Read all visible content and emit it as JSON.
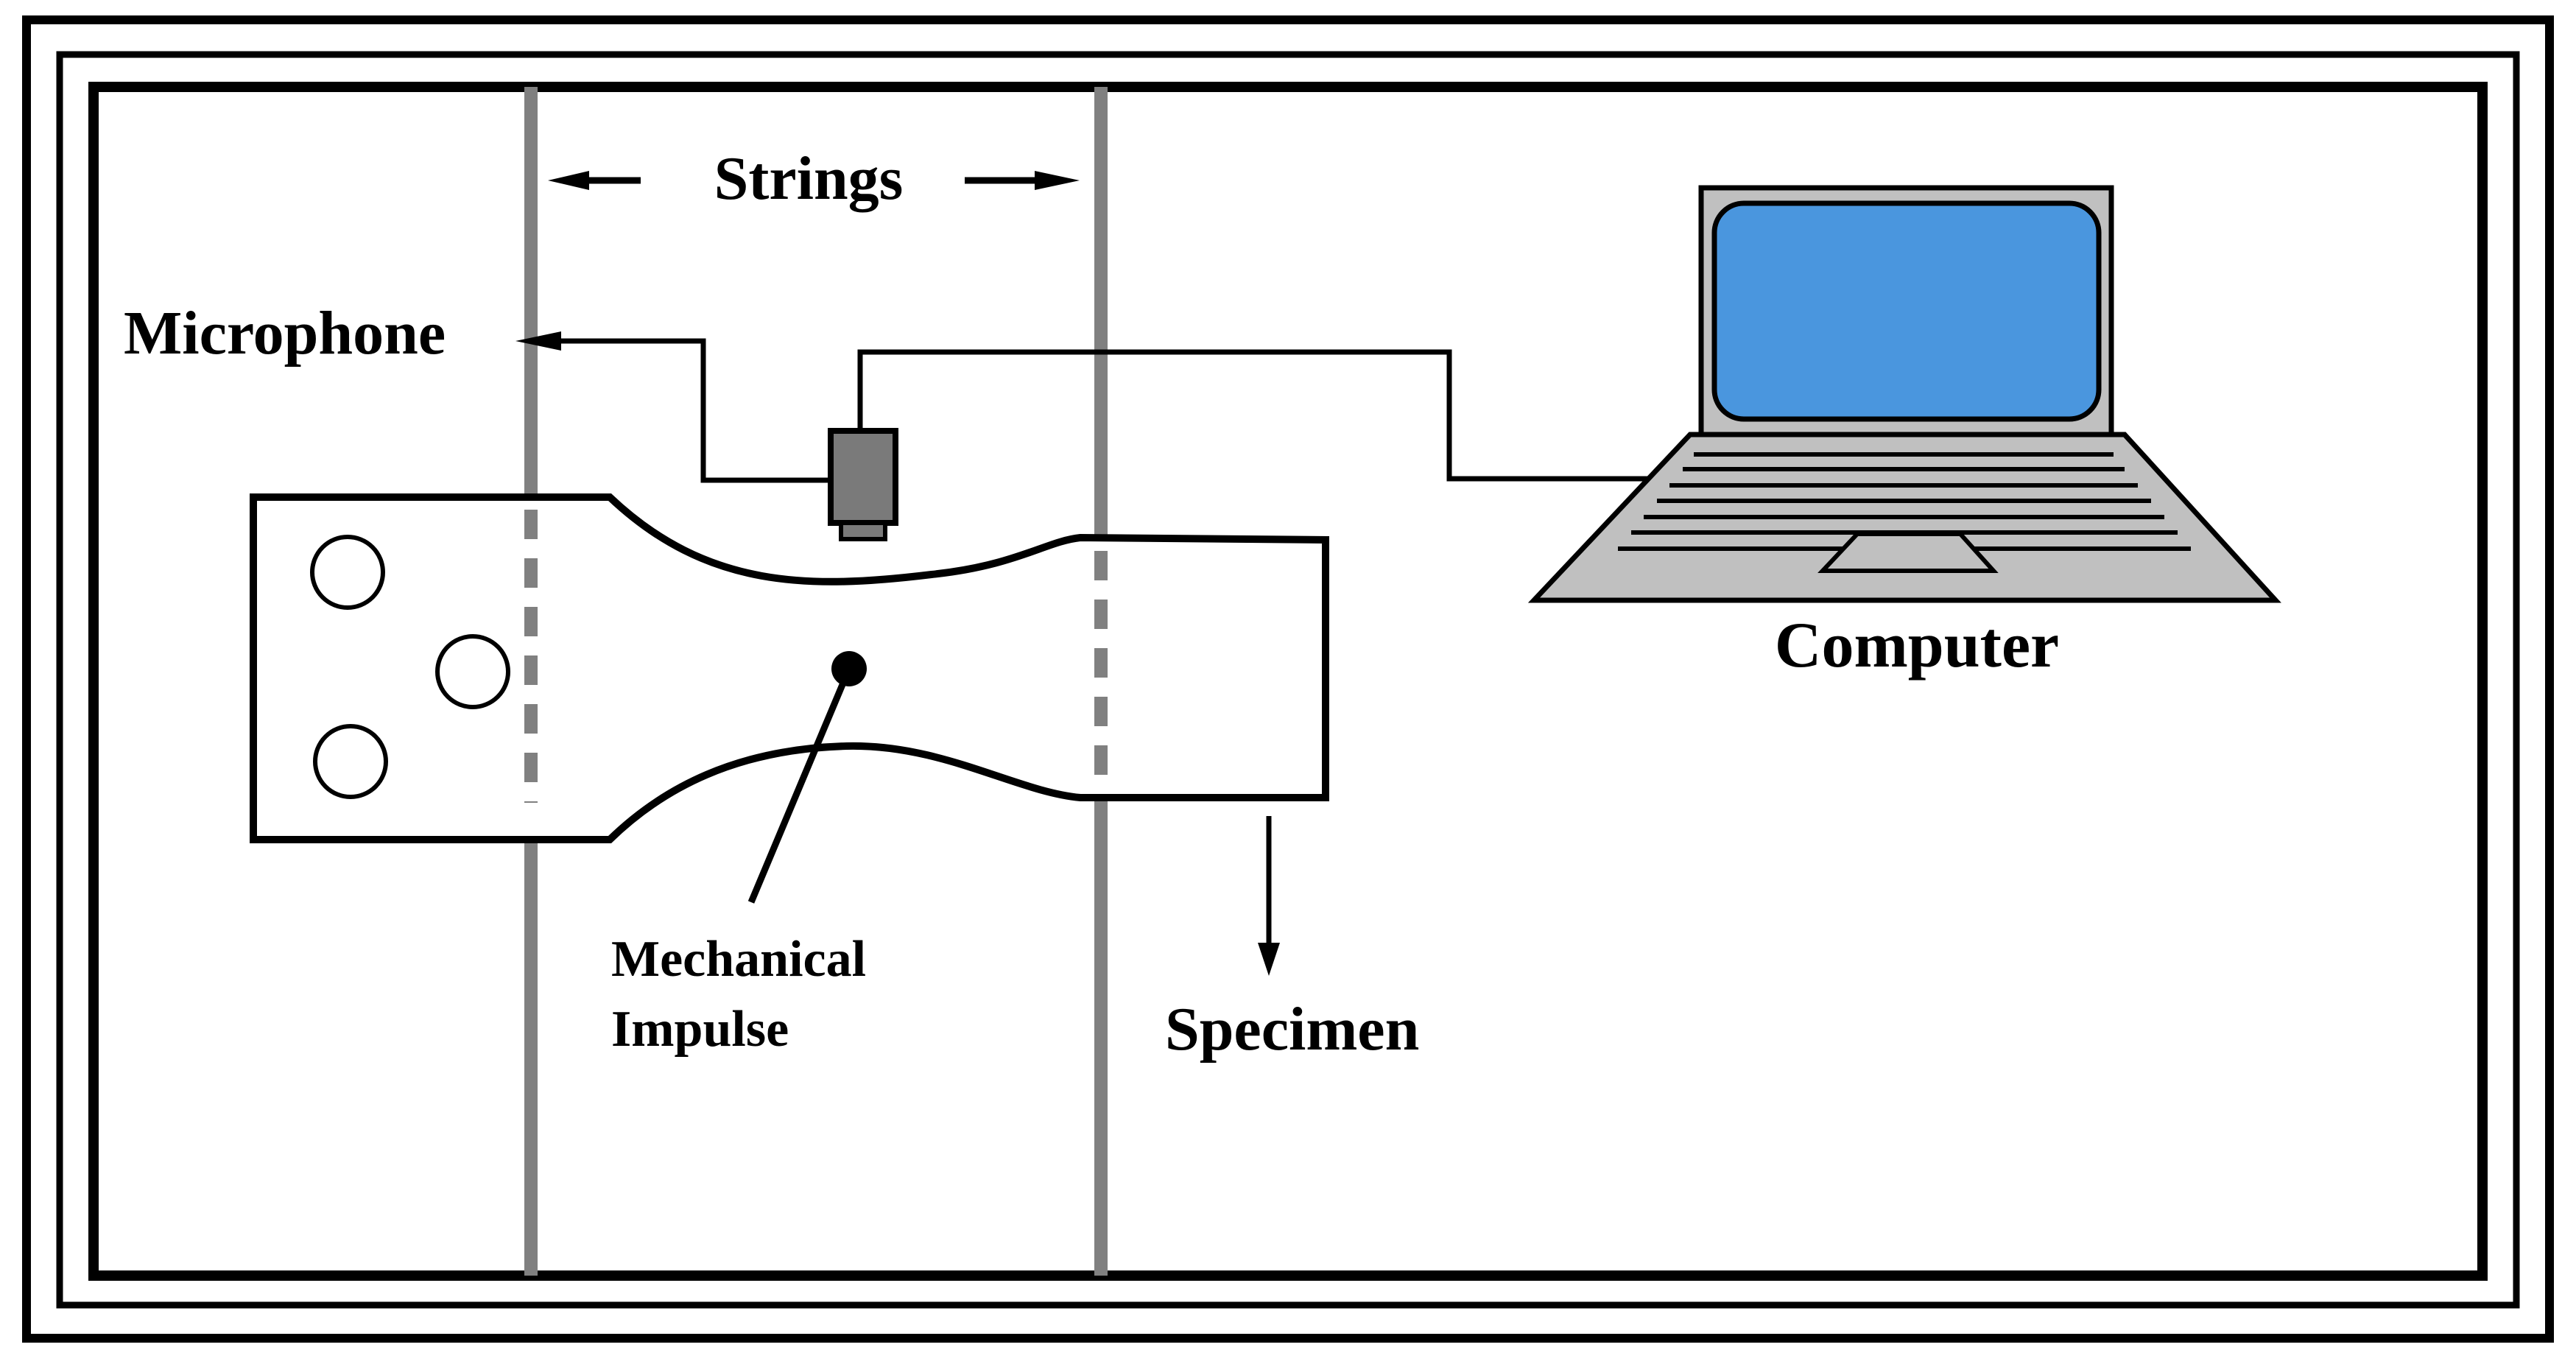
{
  "labels": {
    "strings": "Strings",
    "microphone": "Microphone",
    "computer": "Computer",
    "mechanical_line1": "Mechanical",
    "mechanical_line2": "Impulse",
    "specimen": "Specimen"
  },
  "colors": {
    "line": "#000000",
    "string": "#808080",
    "screen": "#4a96de",
    "laptop_body": "#c0c0c0",
    "microphone_body": "#7a7a7a",
    "background": "#ffffff"
  },
  "icons": {
    "laptop": "laptop-icon",
    "microphone": "microphone-icon"
  }
}
